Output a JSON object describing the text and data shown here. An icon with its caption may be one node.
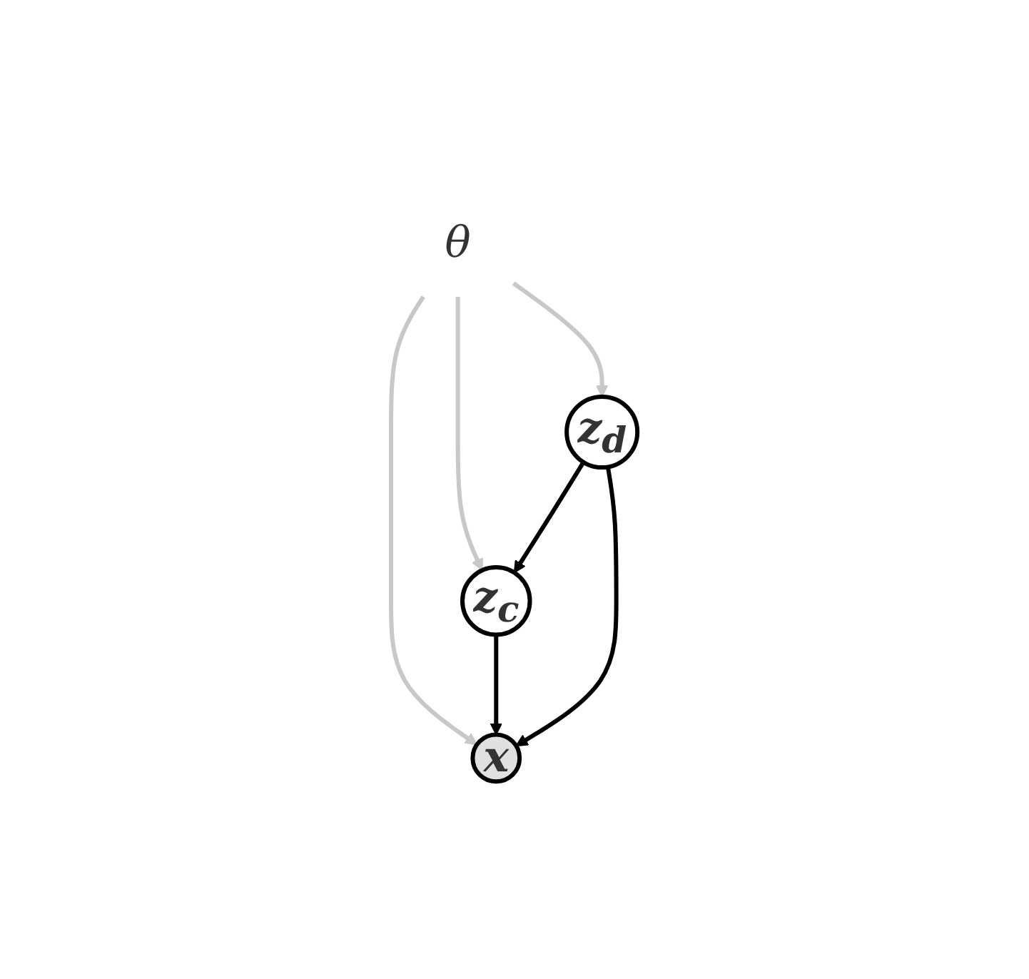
{
  "diagram": {
    "nodes": [
      {
        "text": [
          "θ"
        ]
      },
      {
        "text": [
          "z$_{d}$"
        ]
      },
      {
        "text": [
          "z$_{c}$"
        ]
      },
      {
        "text": [
          "x"
        ]
      }
    ],
    "edges": [
      {
        "from": 0,
        "to": 1,
        "arrow": "to",
        "color": "#c8c8c8"
      },
      {
        "from": 0,
        "to": 2,
        "arrow": "to",
        "color": "#c8c8c8"
      },
      {
        "from": 0,
        "to": 3,
        "arrow": "to",
        "color": "#c8c8c8"
      },
      {
        "from": 1,
        "to": 2,
        "arrow": "to",
        "color": "#000000"
      },
      {
        "from": 2,
        "to": 3,
        "arrow": "to",
        "color": "#000000"
      },
      {
        "from": 1,
        "to": 3,
        "arrow": "to",
        "color": "#000000"
      }
    ]
  }
}
